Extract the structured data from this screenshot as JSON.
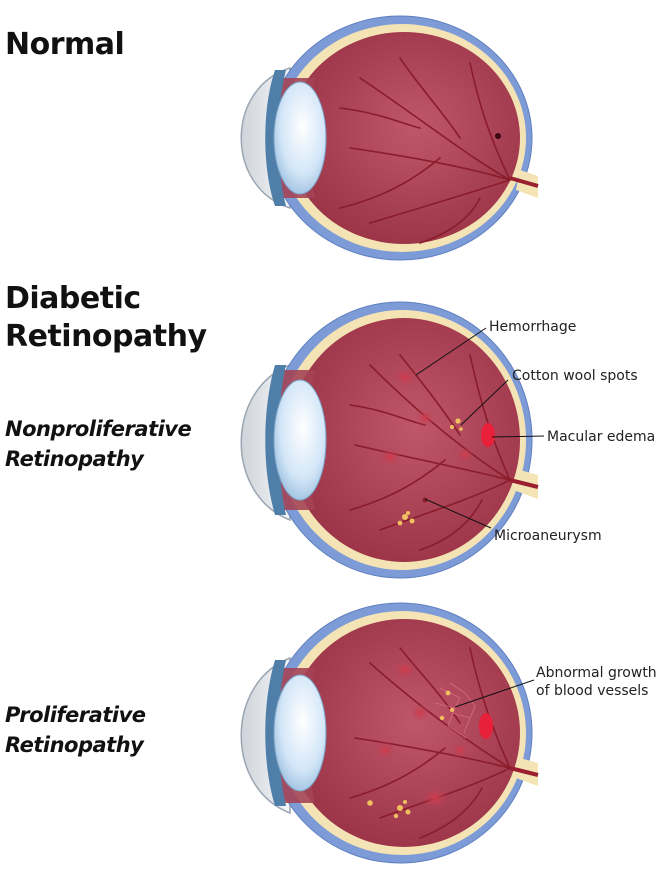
{
  "headings": {
    "normal": "Normal",
    "diabetic_line1": "Diabetic",
    "diabetic_line2": "Retinopathy",
    "nonprolif_line1": "Nonproliferative",
    "nonprolif_line2": "Retinopathy",
    "prolif_line1": "Proliferative",
    "prolif_line2": "Retinopathy"
  },
  "callouts": {
    "hemorrhage": "Hemorrhage",
    "cotton_wool_spots": "Cotton wool spots",
    "macular_edema": "Macular edema",
    "microaneurysm": "Microaneurysm",
    "abnormal_growth_line1": "Abnormal growth",
    "abnormal_growth_line2": "of blood vessels"
  },
  "colors": {
    "sclera": "#7d9bd6",
    "choroid": "#f4e3b5",
    "interior": "#b0465a",
    "vessel": "#8a1c2b",
    "hemorrhage": "#c9424f",
    "exudate": "#f0c060",
    "edema": "#e8203a",
    "lens": "#cfe4f7",
    "cornea": "#e9ecef"
  }
}
